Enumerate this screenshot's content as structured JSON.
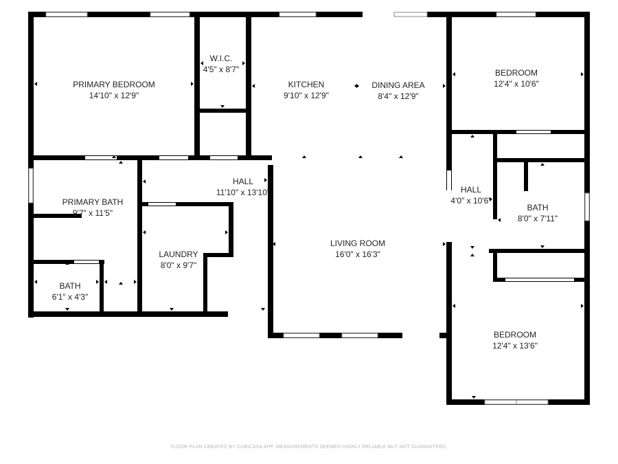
{
  "rooms": {
    "primary_bedroom": {
      "name": "PRIMARY BEDROOM",
      "dims": "14'10\" x 12'9\""
    },
    "wic": {
      "name": "W.I.C.",
      "dims": "4'5\" x 8'7\""
    },
    "kitchen": {
      "name": "KITCHEN",
      "dims": "9'10\" x 12'9\""
    },
    "dining_area": {
      "name": "DINING AREA",
      "dims": "8'4\" x 12'9\""
    },
    "bedroom_2": {
      "name": "BEDROOM",
      "dims": "12'4\" x 10'6\""
    },
    "hall_1": {
      "name": "HALL",
      "dims": "11'10\" x 13'10\""
    },
    "primary_bath": {
      "name": "PRIMARY BATH",
      "dims": "9'7\" x 11'5\""
    },
    "laundry": {
      "name": "LAUNDRY",
      "dims": "8'0\" x 9'7\""
    },
    "bath_1": {
      "name": "BATH",
      "dims": "6'1\" x 4'3\""
    },
    "living_room": {
      "name": "LIVING ROOM",
      "dims": "16'0\" x 16'3\""
    },
    "hall_2": {
      "name": "HALL",
      "dims": "4'0\" x 10'6\""
    },
    "bath_2": {
      "name": "BATH",
      "dims": "8'0\" x 7'11\""
    },
    "bedroom_3": {
      "name": "BEDROOM",
      "dims": "12'4\" x 13'6\""
    }
  },
  "footer": "FLOOR PLAN CREATED BY CUBICASA APP. MEASUREMENTS DEEMED HIGHLY RELIABLE BUT NOT GUARANTEED.",
  "colors": {
    "wall": "#000000",
    "window": "#8a8a8a",
    "text": "#222222",
    "footer": "#b5b5b5"
  }
}
